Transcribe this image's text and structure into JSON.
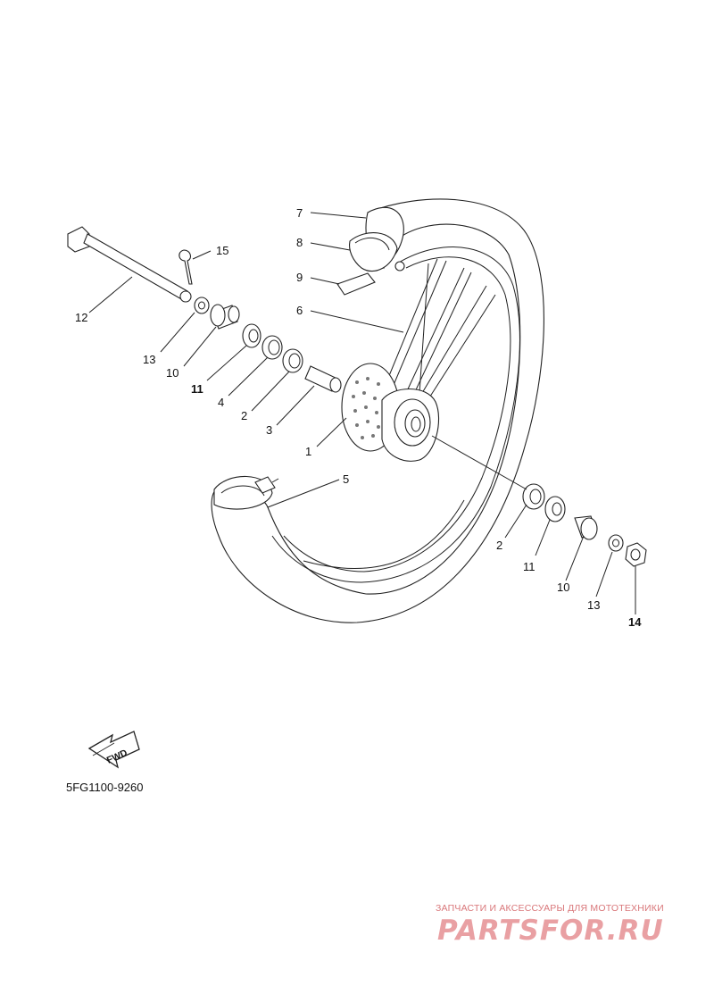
{
  "callouts": {
    "p1": "1",
    "p2a": "2",
    "p2b": "2",
    "p3": "3",
    "p4": "4",
    "p5": "5",
    "p6": "6",
    "p7": "7",
    "p8": "8",
    "p9": "9",
    "p10a": "10",
    "p10b": "10",
    "p11a": "11",
    "p11b": "11",
    "p12": "12",
    "p13a": "13",
    "p13b": "13",
    "p14": "14",
    "p15": "15"
  },
  "fwd_label": "FWD",
  "diagram_code": "5FG1100-9260",
  "watermark": {
    "tagline": "ЗАПЧАСТИ И АКСЕССУАРЫ ДЛЯ МОТОТЕХНИКИ",
    "brand": "PARTSFOR.RU",
    "color": "#e37a7e"
  }
}
